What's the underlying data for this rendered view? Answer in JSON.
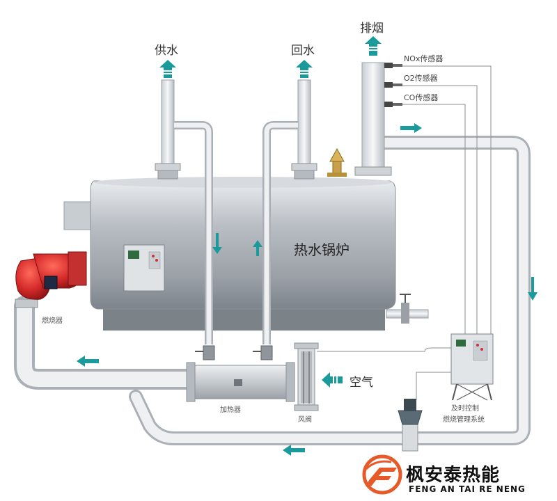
{
  "labels": {
    "supply_water": "供水",
    "return_water": "回水",
    "exhaust": "排烟",
    "nox_sensor": "NOx传感器",
    "o2_sensor": "O2传感器",
    "co_sensor": "CO传感器",
    "boiler": "热水锅炉",
    "burner": "燃烧器",
    "heater": "加热器",
    "air_valve": "风阀",
    "air": "空气",
    "control_line1": "及时控制",
    "control_line2": "燃烧管理系统"
  },
  "brand": {
    "name_cn": "枫安泰热能",
    "name_en": "FENG AN TAI RE NENG"
  },
  "colors": {
    "arrow": "#1a9a9a",
    "burner": "#d42a2a",
    "brand_red": "#e65a2a",
    "pipe": "#e4e8ec",
    "shell": "#a8adb3"
  }
}
